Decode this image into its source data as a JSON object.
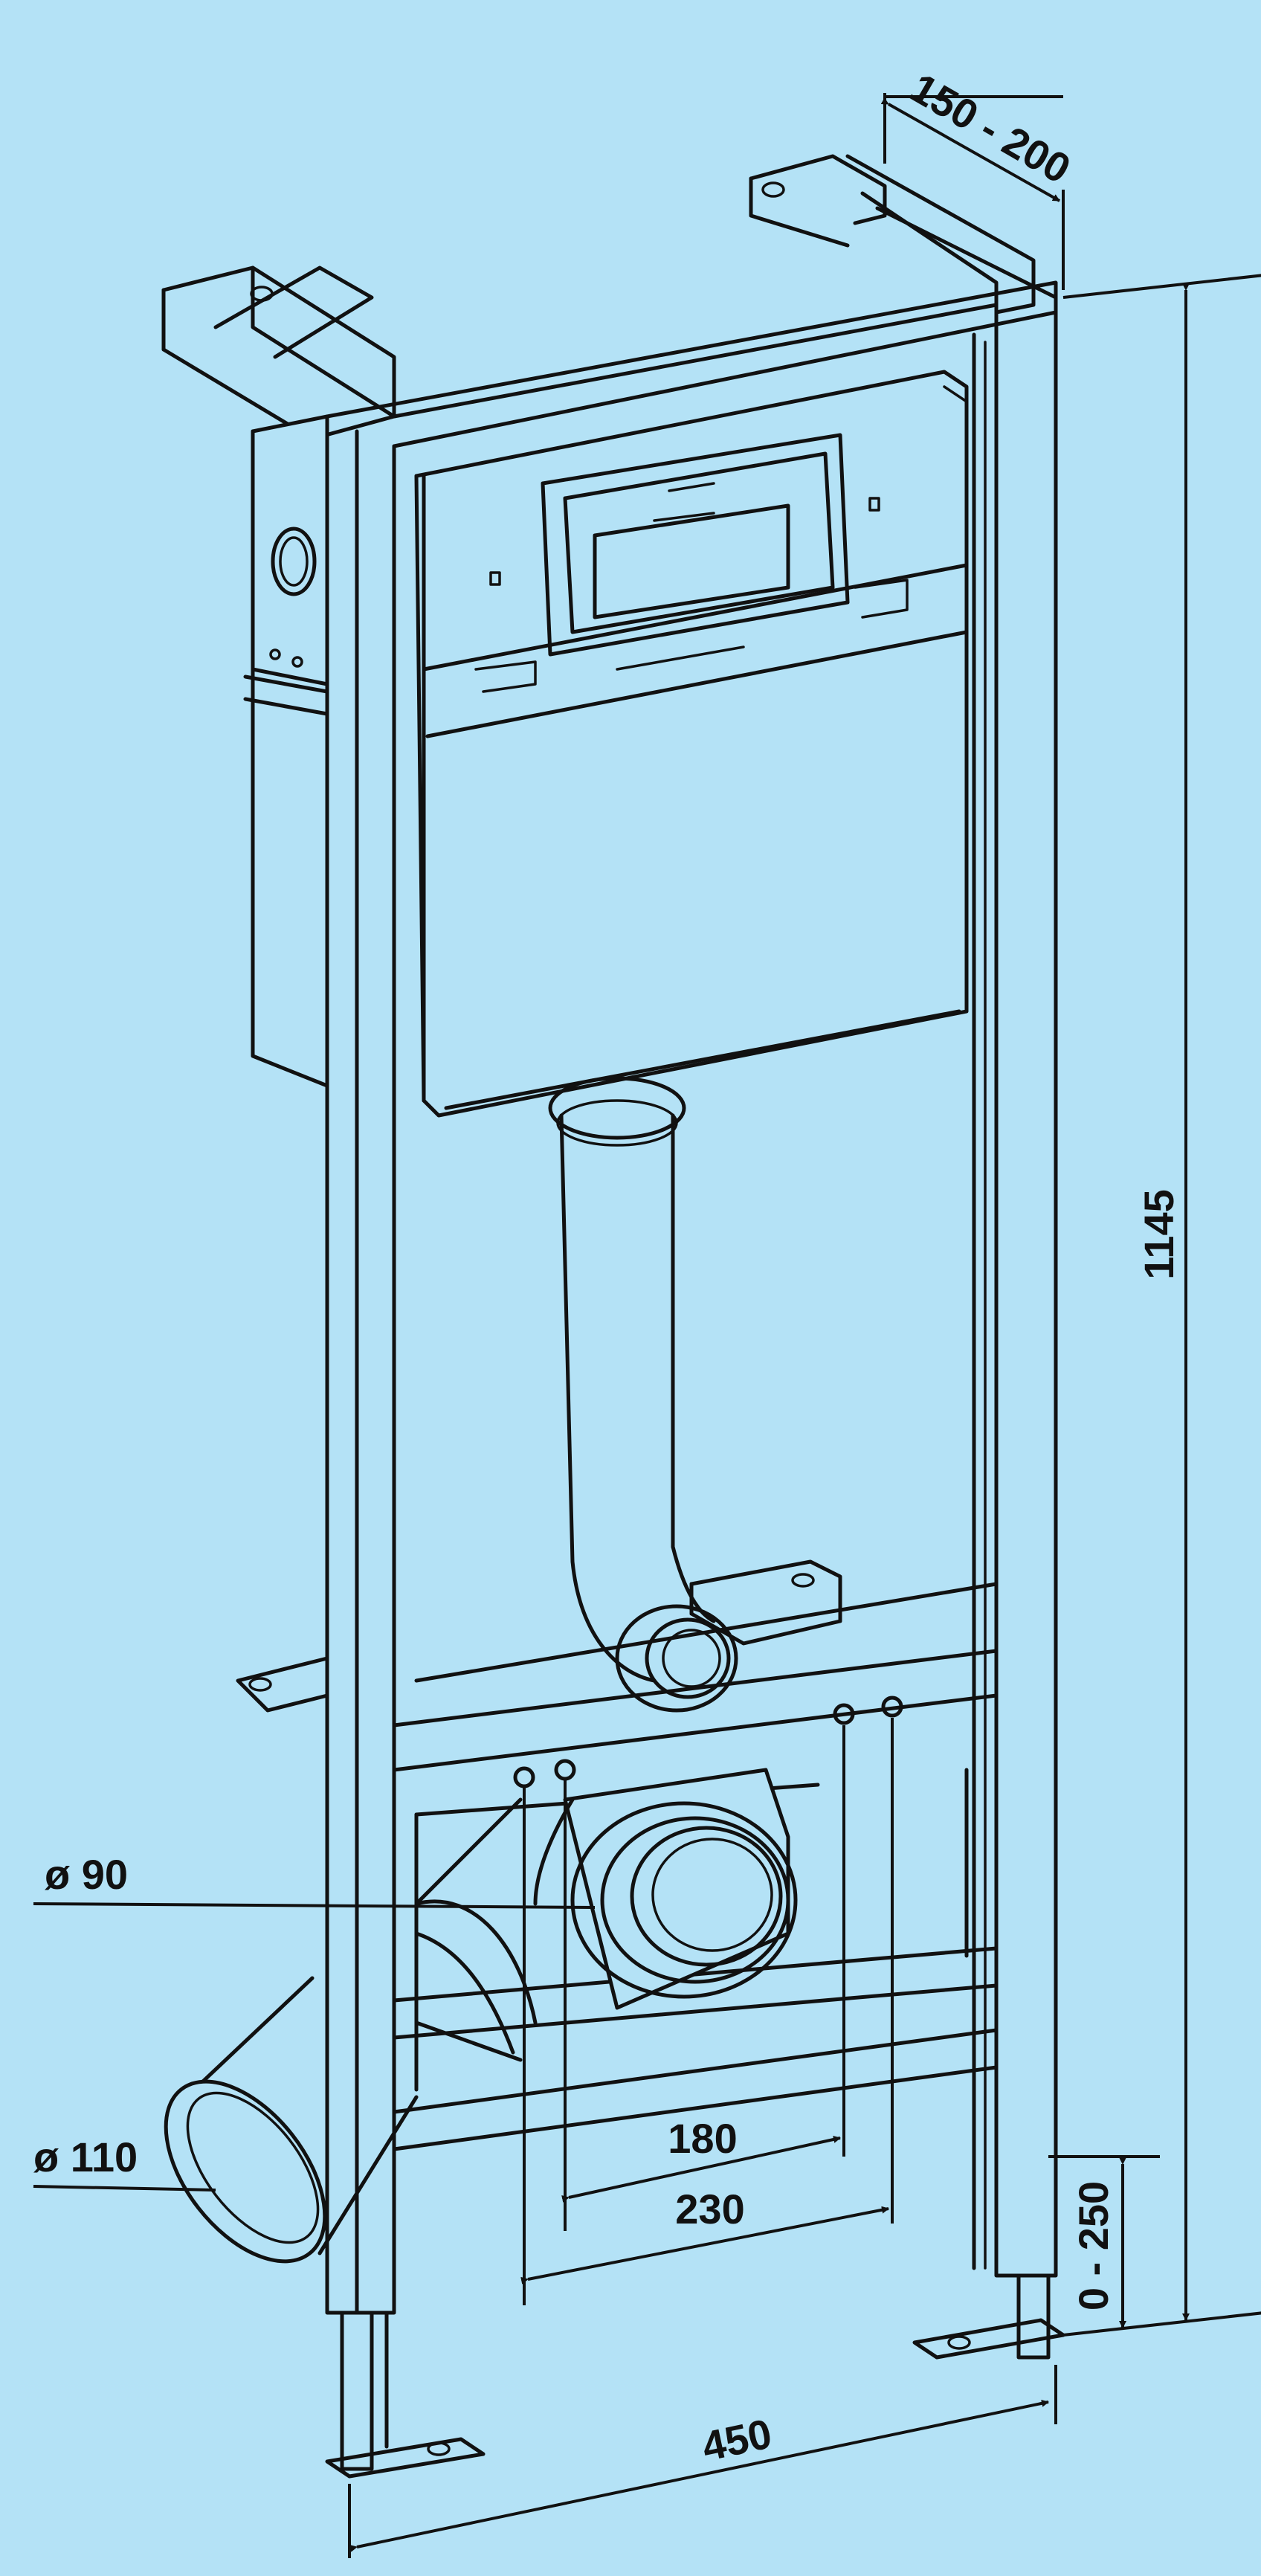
{
  "dimensions": {
    "depth": "150 - 200",
    "height": "1145",
    "leg_adjust": "0 - 250",
    "width": "450",
    "bolt_spacing_inner": "180",
    "bolt_spacing_outer": "230"
  },
  "pipes": {
    "flush_outlet": "ø 90",
    "drain": "ø 110"
  }
}
